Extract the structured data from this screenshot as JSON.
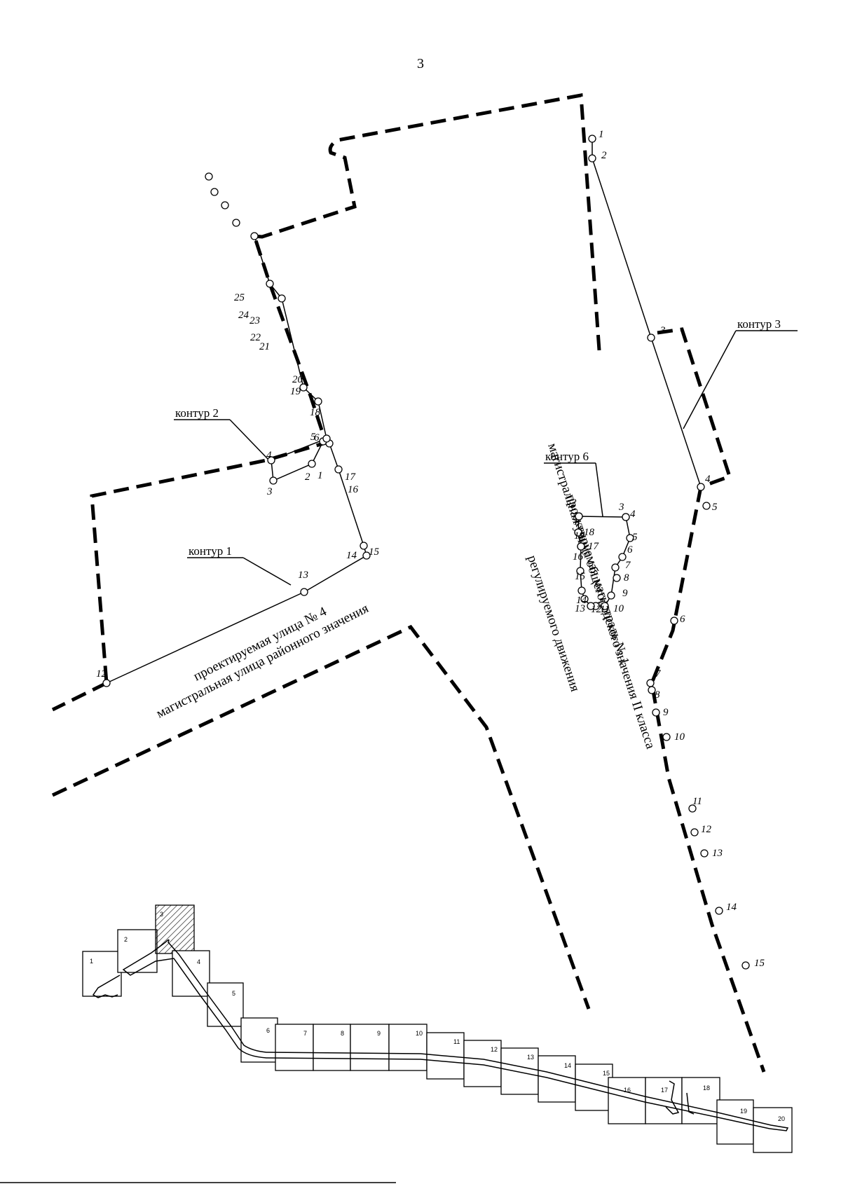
{
  "page_number": "3",
  "contour_labels": {
    "c1": "контур 1",
    "c2": "контур 2",
    "c3": "контур 3",
    "c6": "контур 6"
  },
  "street_labels": {
    "s4_line1": "проектируемая улица № 4",
    "s4_line2": "магистральная улица районного значения",
    "m1_line1": "проектируемая магистраль № 1",
    "m1_line2": "магистральная улица общегородского значения II класса",
    "m1_line3": "регулируемого движения"
  },
  "contour1_points": [
    "12",
    "13",
    "14",
    "15",
    "16",
    "17",
    "1",
    "2",
    "3",
    "4",
    "5",
    "6",
    "18",
    "19",
    "20",
    "21",
    "22",
    "23",
    "24",
    "25"
  ],
  "contour3_points": [
    "1",
    "2",
    "3",
    "4",
    "5",
    "6",
    "7",
    "8",
    "9",
    "10",
    "11",
    "12",
    "13",
    "14",
    "15"
  ],
  "contour6_points": [
    "1",
    "2",
    "3",
    "4",
    "5",
    "6",
    "7",
    "8",
    "9",
    "10",
    "11",
    "12",
    "13",
    "14",
    "15",
    "16",
    "17",
    "18",
    "19"
  ],
  "index_sheets": [
    "1",
    "2",
    "3",
    "4",
    "5",
    "6",
    "7",
    "8",
    "9",
    "10",
    "11",
    "12",
    "13",
    "14",
    "15",
    "16",
    "17",
    "18",
    "19",
    "20"
  ],
  "highlighted_sheet": "3",
  "colors": {
    "ink": "#000000",
    "paper": "#ffffff"
  }
}
